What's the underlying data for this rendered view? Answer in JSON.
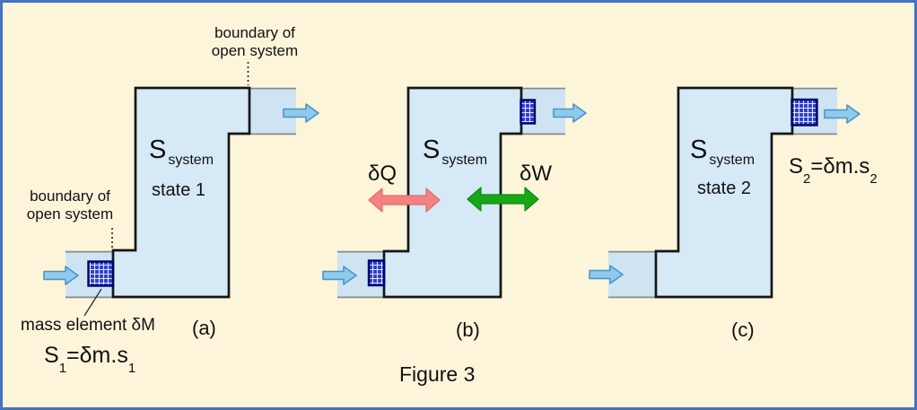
{
  "figure_caption": "Figure 3",
  "annotations": {
    "boundary_top": {
      "line1": "boundary of",
      "line2": "open system"
    },
    "boundary_left": {
      "line1": "boundary of",
      "line2": "open system"
    },
    "mass_element_label": "mass element δM"
  },
  "panels": {
    "a": {
      "caption": "(a)",
      "system": {
        "main": "S",
        "sub": "system"
      },
      "state": "state 1",
      "entropy_eq": {
        "lhs": "S",
        "lhs_sub": "1",
        "rhs": "=δm.s",
        "rhs_sub": "1"
      }
    },
    "b": {
      "caption": "(b)",
      "system": {
        "main": "S",
        "sub": "system"
      },
      "heat_label": "δQ",
      "work_label": "δW"
    },
    "c": {
      "caption": "(c)",
      "system": {
        "main": "S",
        "sub": "system"
      },
      "state": "state 2",
      "entropy_eq": {
        "lhs": "S",
        "lhs_sub": "2",
        "rhs": "=δm.s",
        "rhs_sub": "2"
      }
    }
  },
  "colors": {
    "background": "#FCF5DA",
    "frame_border": "#4472C4",
    "system_fill": "#D6E9F7",
    "pipe_fill": "#CFE4F2",
    "boundary_line": "#161616",
    "pipe_edge": "#8A8A8A",
    "flow_arrow_fill": "#8DCAEC",
    "flow_arrow_edge": "#4E93C6",
    "heat_arrow": "#F58282",
    "work_arrow": "#17A817",
    "mass_element_blue": "#2E3EC8"
  }
}
